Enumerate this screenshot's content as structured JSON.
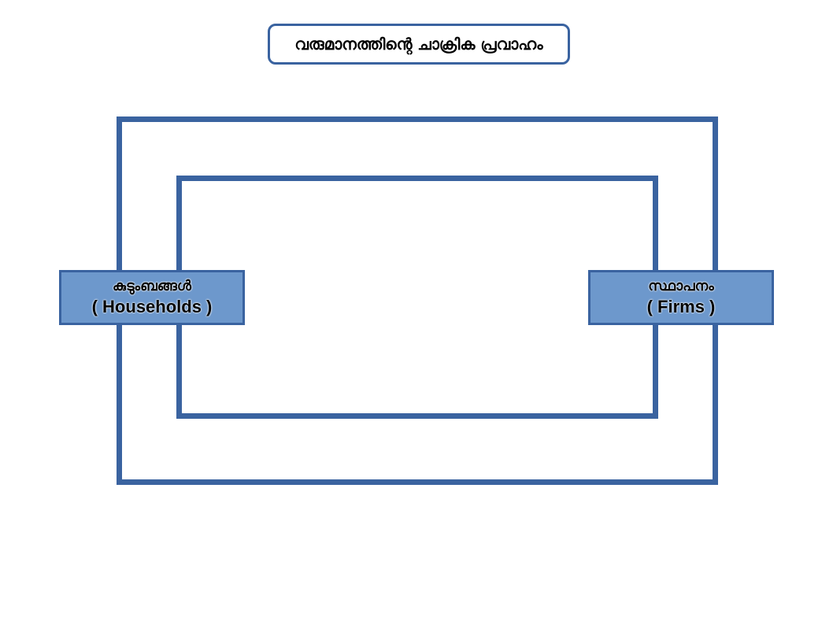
{
  "title": "വരുമാനത്തിന്റെ ചാക്രിക പ്രവാഹം",
  "nodes": {
    "households": {
      "label_ml": "കുടുംബങ്ങൾ",
      "label_en": "( Households )"
    },
    "firms": {
      "label_ml": "സ്ഥാപനം",
      "label_en": "( Firms )"
    }
  },
  "colors": {
    "line": "#3a63a0",
    "node_fill": "#6d98cc",
    "background": "#ffffff"
  }
}
